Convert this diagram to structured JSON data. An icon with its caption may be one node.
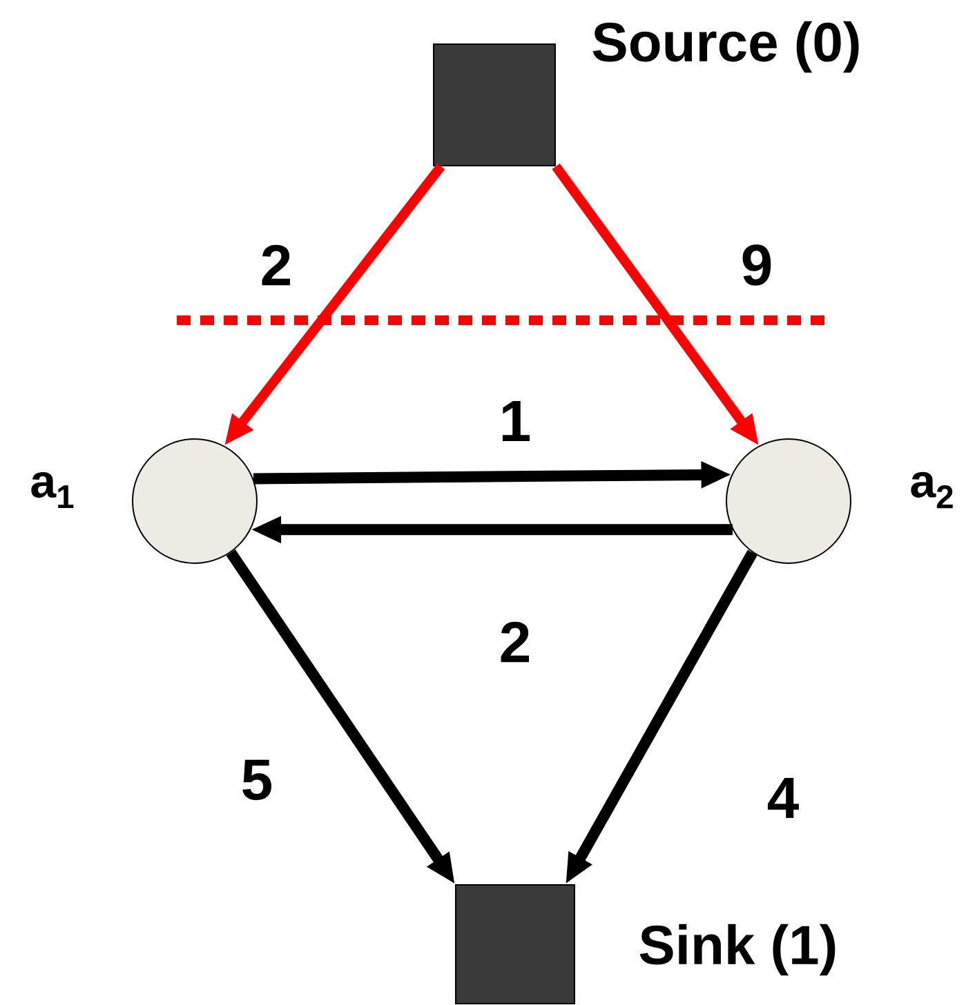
{
  "diagram": {
    "nodes": [
      {
        "text": [],
        "shape": "box",
        "beside": [
          "Source (0)"
        ]
      },
      {
        "text": [],
        "shape": "circle",
        "beside": [
          "a$_{1}$"
        ]
      },
      {
        "text": [],
        "shape": "circle",
        "beside": [
          "a$_{2}$"
        ]
      },
      {
        "text": [],
        "shape": "box",
        "beside": [
          "Sink (1)"
        ]
      }
    ],
    "edges": [
      {
        "from": 0,
        "to": 1,
        "arrow": "to",
        "label": "2",
        "color": "#ff0000"
      },
      {
        "from": 0,
        "to": 2,
        "arrow": "to",
        "label": "9",
        "color": "#ff0000"
      },
      {
        "from": 1,
        "to": 2,
        "arrow": "to",
        "label": "1"
      },
      {
        "from": 2,
        "to": 1,
        "arrow": "to",
        "label": "2"
      },
      {
        "from": 1,
        "to": 3,
        "arrow": "to",
        "label": "5"
      },
      {
        "from": 2,
        "to": 3,
        "arrow": "to",
        "label": "4"
      }
    ]
  }
}
